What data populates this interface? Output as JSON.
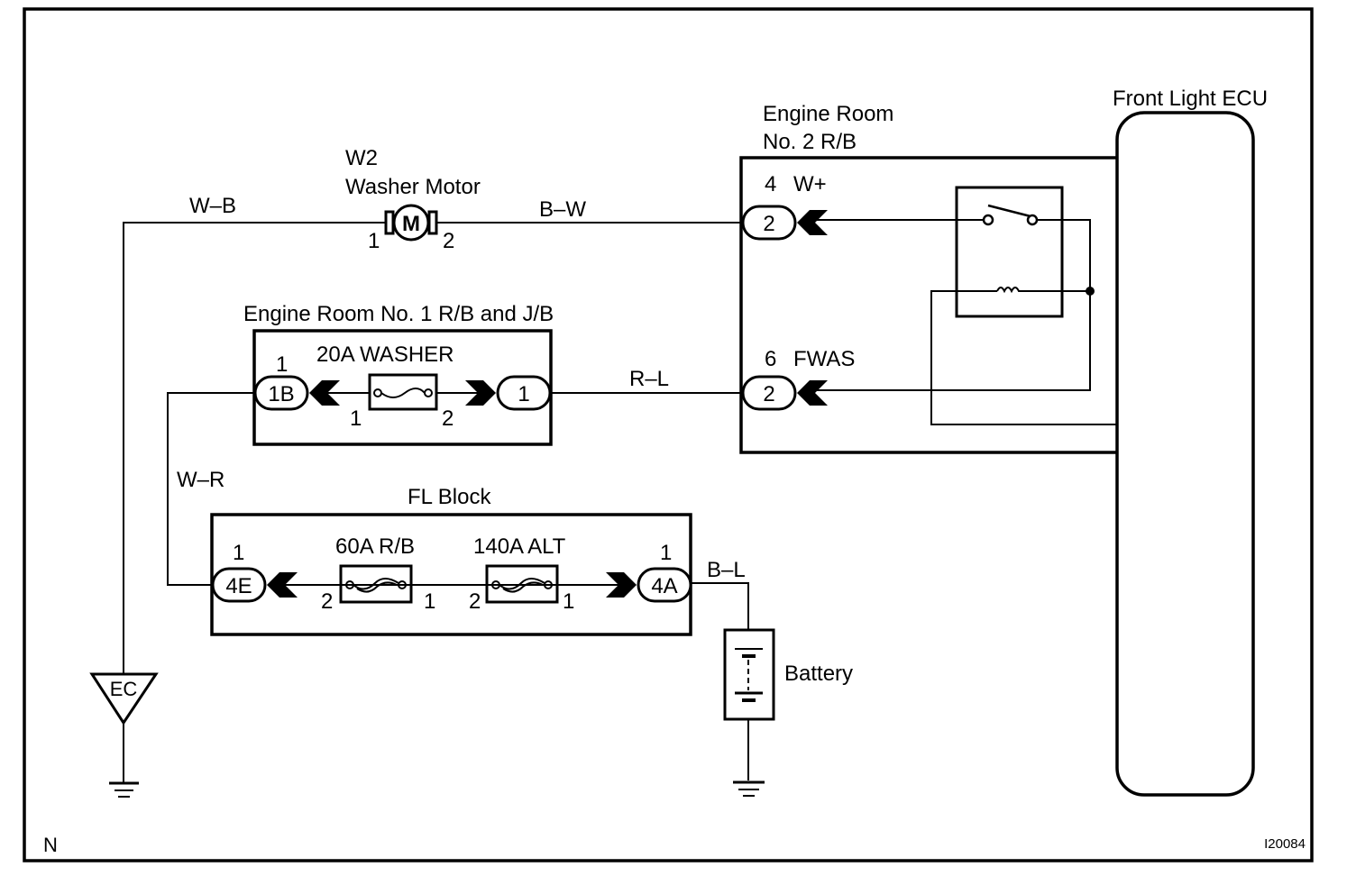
{
  "diagram": {
    "corner_letter": "N",
    "figure_id": "I20084",
    "components": {
      "washer_motor": {
        "code": "W2",
        "name": "Washer Motor",
        "symbol": "M",
        "pin_left": "1",
        "pin_right": "2"
      },
      "er2_rb": {
        "title_line1": "Engine Room",
        "title_line2": "No. 2 R/B",
        "terminals": [
          {
            "pin": "4",
            "name": "W+",
            "connector": "2"
          },
          {
            "pin": "6",
            "name": "FWAS",
            "connector": "2"
          }
        ]
      },
      "front_light_ecu": {
        "name": "Front Light ECU"
      },
      "er1_rb_jb": {
        "title": "Engine Room No. 1 R/B and J/B",
        "fuse": "20A WASHER",
        "left_connector": "1B",
        "left_connector_pin": "1",
        "right_connector": "1",
        "fuse_pin_left": "1",
        "fuse_pin_right": "2"
      },
      "fl_block": {
        "title": "FL Block",
        "left_connector": "4E",
        "left_connector_pin": "1",
        "right_connector": "4A",
        "right_connector_pin": "1",
        "fuses": [
          {
            "label": "60A R/B",
            "pin_left": "2",
            "pin_right": "1"
          },
          {
            "label": "140A ALT",
            "pin_left": "2",
            "pin_right": "1"
          }
        ]
      },
      "battery": {
        "name": "Battery"
      },
      "ground_point": {
        "code": "EC"
      }
    },
    "wires": {
      "w_b": "W–B",
      "b_w": "B–W",
      "r_l": "R–L",
      "w_r": "W–R",
      "b_l": "B–L"
    }
  }
}
